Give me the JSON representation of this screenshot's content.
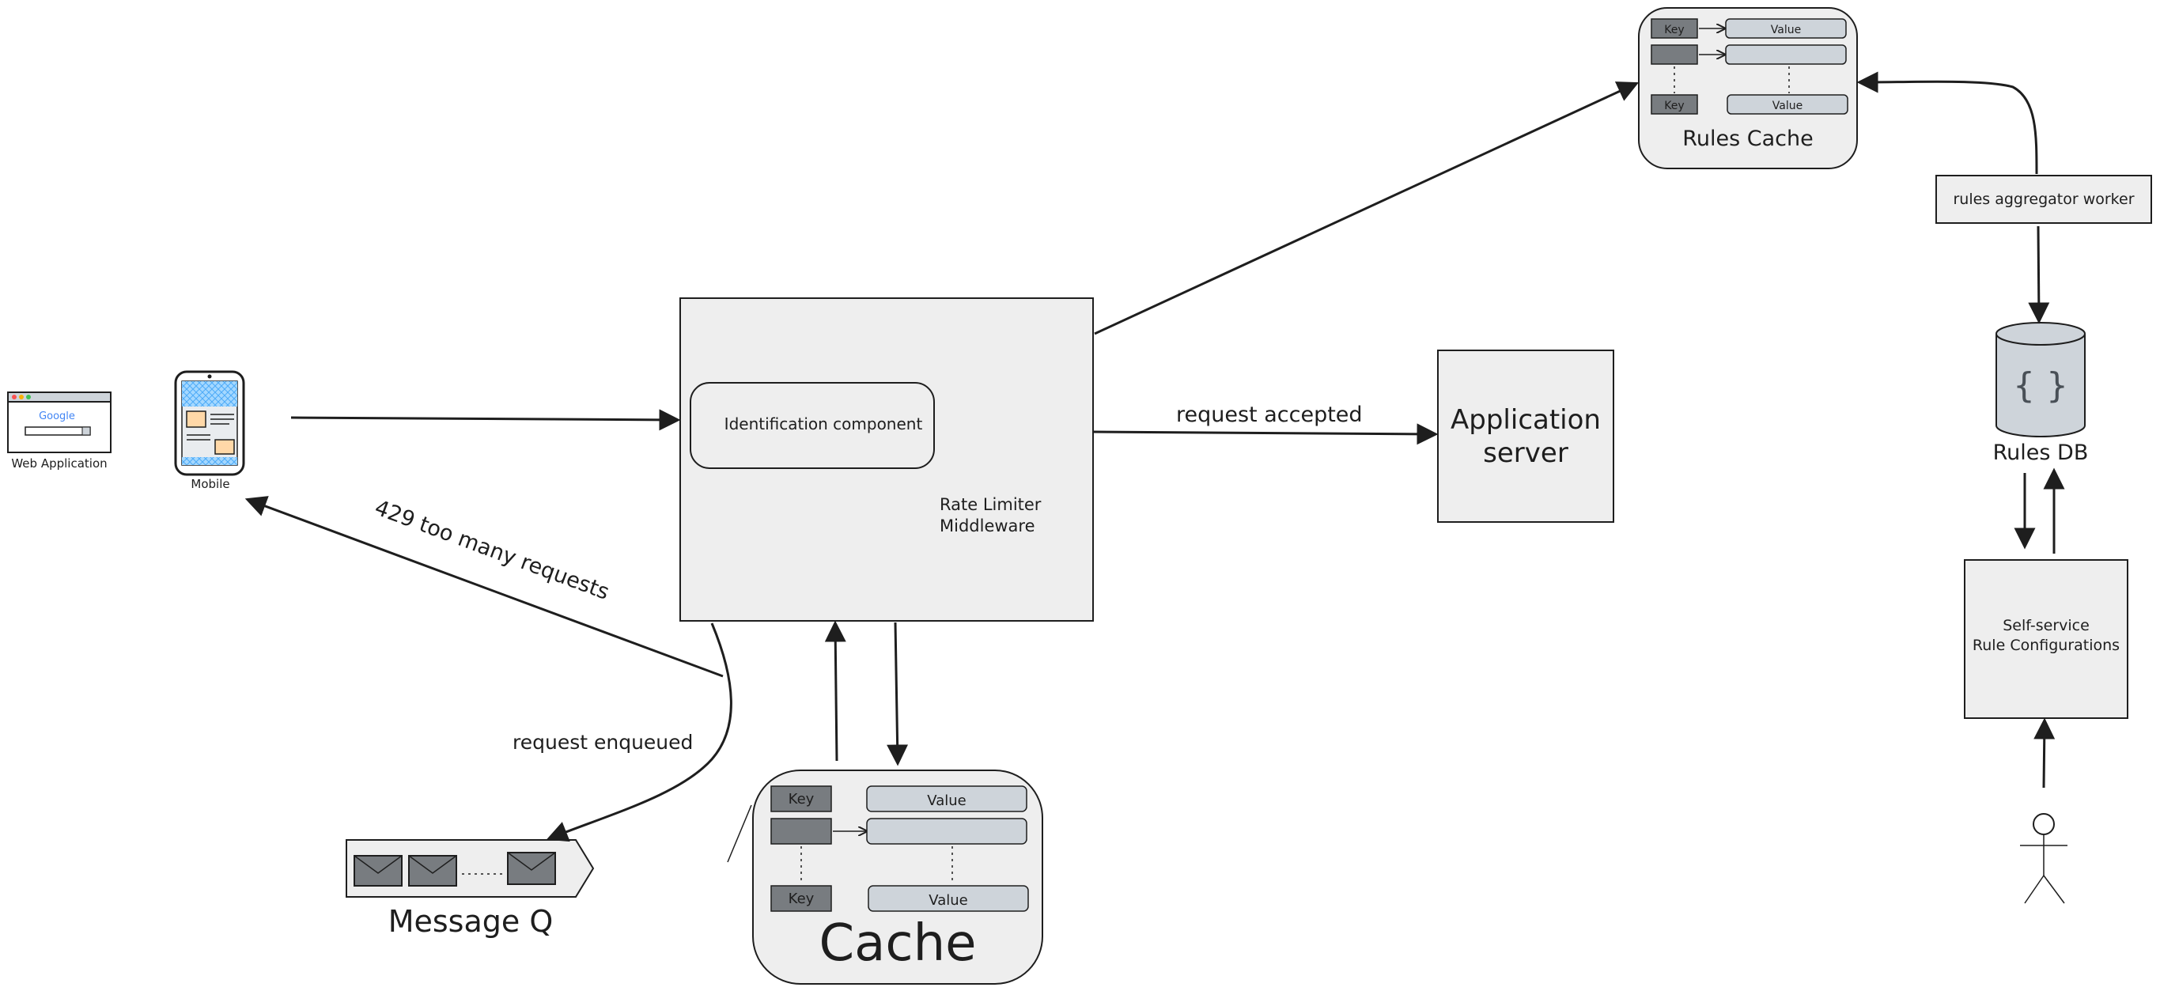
{
  "diagram": {
    "clients": {
      "web_label": "Web Application",
      "mobile_label": "Mobile",
      "browser_logo": "Google"
    },
    "middleware": {
      "inner_label": "Identification component",
      "label_line1": "Rate Limiter",
      "label_line2": "Middleware"
    },
    "app_server": {
      "line1": "Application",
      "line2": "server"
    },
    "edges": {
      "accepted": "request accepted",
      "too_many": "429 too many requests",
      "enqueued": "request enqueued"
    },
    "queue": {
      "label": "Message Q"
    },
    "cache": {
      "label": "Cache",
      "key1": "Key",
      "value1": "Value",
      "key3": "Key",
      "value3": "Value"
    },
    "rules_cache": {
      "label": "Rules Cache",
      "key1": "Key",
      "value1": "Value",
      "key3": "Key",
      "value3": "Value"
    },
    "worker": {
      "label": "rules aggregator worker"
    },
    "rules_db": {
      "label": "Rules DB",
      "icon_glyph": "{ }"
    },
    "self_service": {
      "line1": "Self-service",
      "line2": "Rule Configurations"
    },
    "actor_icon": "stick-figure-user",
    "colors": {
      "stroke": "#1e1e1e",
      "box_fill": "#eeeeee",
      "key_fill": "#787c80",
      "value_fill": "#ced4da",
      "db_fill": "#ced4da"
    }
  }
}
